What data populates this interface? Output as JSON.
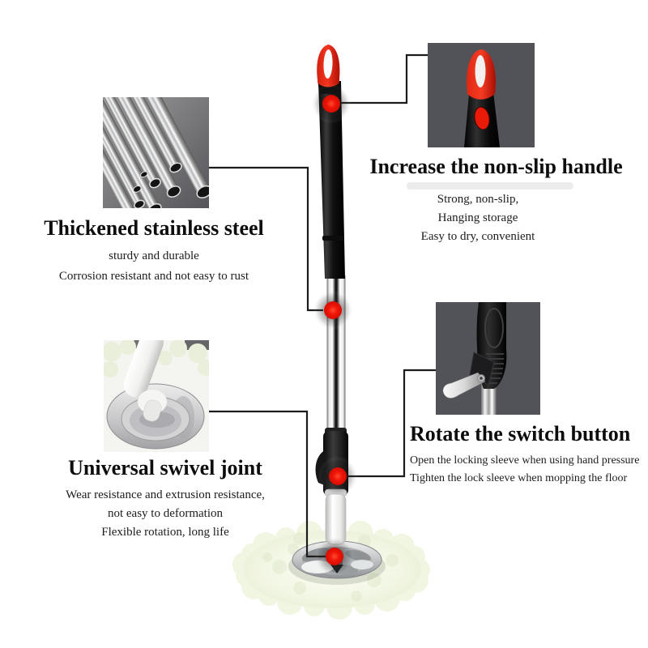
{
  "colors": {
    "accent_red": "#ee1607",
    "leader_line": "#1c1c1c",
    "photo_bg_dark": "#525358",
    "text": "#0d0d0d",
    "mop_pad": "#f3f7e6"
  },
  "callouts": {
    "steel": {
      "photo": "stainless-steel-tubes",
      "title": "Thickened stainless steel",
      "lines": [
        "sturdy and durable",
        "Corrosion resistant and not easy to rust"
      ]
    },
    "handle": {
      "photo": "non-slip-handle-top",
      "title": "Increase the non-slip handle",
      "lines": [
        "Strong, non-slip,",
        "Hanging storage",
        "Easy to dry, convenient"
      ]
    },
    "swivel": {
      "photo": "universal-swivel-joint",
      "title": "Universal swivel joint",
      "lines": [
        "Wear resistance and extrusion resistance,",
        "not easy to deformation",
        "Flexible rotation, long life"
      ]
    },
    "switch": {
      "photo": "rotate-switch-lever",
      "title": "Rotate the switch button",
      "lines": [
        "Open the locking sleeve when using hand pressure",
        "Tighten the lock sleeve when mopping the floor"
      ]
    }
  }
}
